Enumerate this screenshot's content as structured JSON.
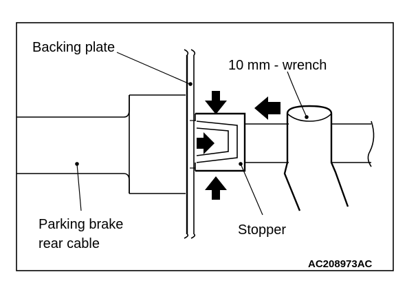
{
  "labels": {
    "backing_plate": "Backing plate",
    "wrench": "10 mm - wrench",
    "parking_brake_line1": "Parking brake",
    "parking_brake_line2": "rear cable",
    "stopper": "Stopper"
  },
  "figure_code": "AC208973AC",
  "colors": {
    "ink": "#000000",
    "paper": "#ffffff"
  },
  "icons": {
    "push_arrow": "arrow-icon"
  }
}
